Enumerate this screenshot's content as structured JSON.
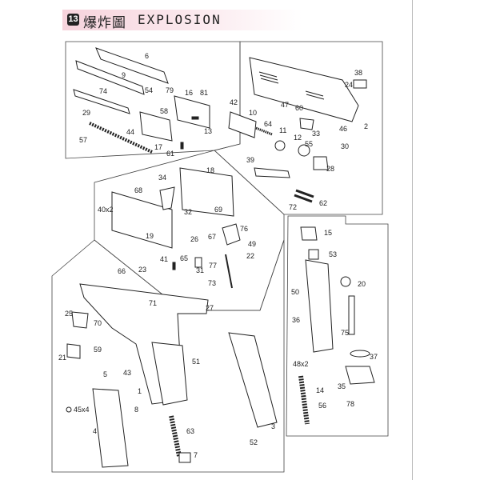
{
  "header": {
    "badge": "13",
    "title_cn": "爆炸圖",
    "title_en": "EXPLOSION"
  },
  "parts": {
    "p6": "6",
    "p9": "9",
    "p74": "74",
    "p54": "54",
    "p79": "79",
    "p16": "16",
    "p81": "81",
    "p29": "29",
    "p58": "58",
    "p44": "44",
    "p13": "13",
    "p57": "57",
    "p17": "17",
    "p61": "61",
    "p38": "38",
    "p24": "24",
    "p42": "42",
    "p10": "10",
    "p47": "47",
    "p60": "60",
    "p64": "64",
    "p11": "11",
    "p33": "33",
    "p46": "46",
    "p2": "2",
    "p12": "12",
    "p30": "30",
    "p55": "55",
    "p39": "39",
    "p28": "28",
    "p72": "72",
    "p62": "62",
    "p34": "34",
    "p18": "18",
    "p68": "68",
    "p40": "40x2",
    "p69": "69",
    "p32": "32",
    "p76": "76",
    "p19": "19",
    "p26": "26",
    "p67": "67",
    "p49": "49",
    "p41": "41",
    "p65": "65",
    "p77": "77",
    "p22": "22",
    "p31": "31",
    "p73": "73",
    "p15": "15",
    "p53": "53",
    "p20": "20",
    "p50": "50",
    "p36": "36",
    "p75": "75",
    "p37": "37",
    "p48": "48x2",
    "p14": "14",
    "p35": "35",
    "p78": "78",
    "p56": "56",
    "p66": "66",
    "p23": "23",
    "p71": "71",
    "p27": "27",
    "p25": "25",
    "p70": "70",
    "p21": "21",
    "p59": "59",
    "p5": "5",
    "p43": "43",
    "p51": "51",
    "p1": "1",
    "p45": "45x4",
    "p8": "8",
    "p4": "4",
    "p63": "63",
    "p3": "3",
    "p52": "52",
    "p7": "7"
  }
}
